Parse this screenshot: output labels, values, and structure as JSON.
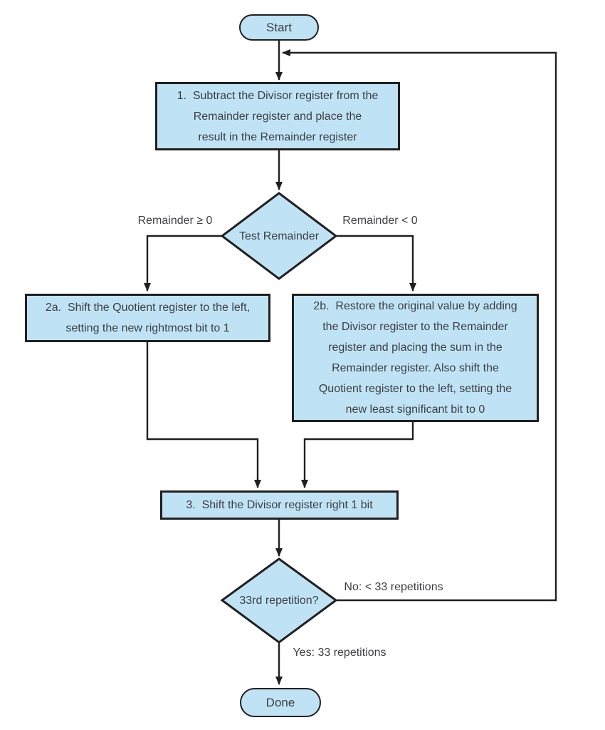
{
  "colors": {
    "shape_fill": "#bfe3f5",
    "shape_stroke": "#231f20",
    "line": "#231f20",
    "text": "#3d3e43",
    "background": "#ffffff"
  },
  "nodes": {
    "start": {
      "label": "Start"
    },
    "step1": {
      "text": "1.  Subtract the Divisor register from the\nRemainder register and place the\nresult in the Remainder register"
    },
    "test_remainder": {
      "text": "Test Remainder"
    },
    "step2a": {
      "text": "2a.  Shift the Quotient register to the left,\nsetting the new rightmost bit to 1"
    },
    "step2b": {
      "text": "2b.  Restore the original value by adding\nthe Divisor register to the Remainder\nregister and placing the sum in the\nRemainder register. Also shift the\nQuotient register to the left, setting the\nnew least significant bit to 0"
    },
    "step3": {
      "text": "3.  Shift the Divisor register right 1 bit"
    },
    "repetition_test": {
      "text": "33rd repetition?"
    },
    "done": {
      "label": "Done"
    }
  },
  "edge_labels": {
    "remainder_ge_0": "Remainder ≥ 0",
    "remainder_lt_0": "Remainder < 0",
    "no_branch": "No: < 33 repetitions",
    "yes_branch": "Yes: 33 repetitions"
  }
}
